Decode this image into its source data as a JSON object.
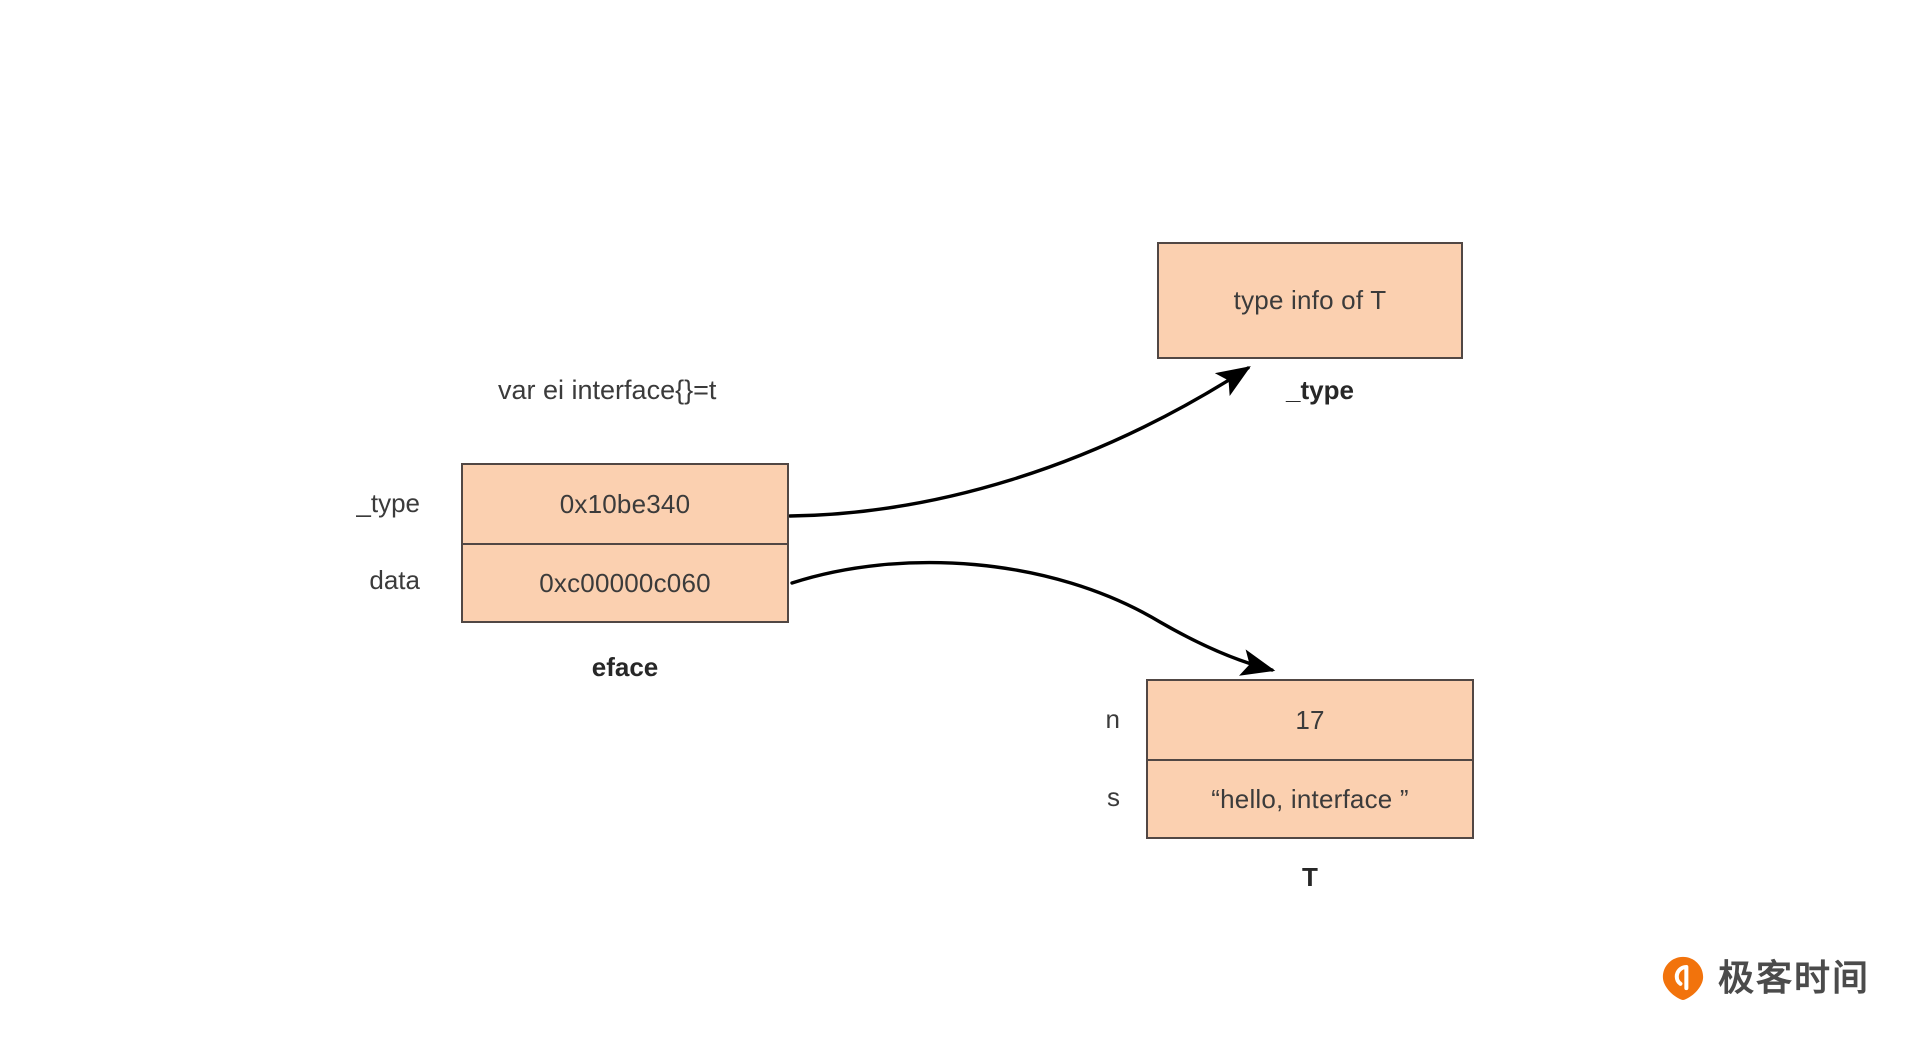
{
  "diagram": {
    "expression": "var ei interface{}=t",
    "eface": {
      "caption": "eface",
      "rows": [
        {
          "label": "_type",
          "value": "0x10be340"
        },
        {
          "label": "data",
          "value": "0xc00000c060"
        }
      ]
    },
    "type_info": {
      "caption": "_type",
      "value": "type info of T"
    },
    "t_struct": {
      "caption": "T",
      "rows": [
        {
          "label": "n",
          "value": "17"
        },
        {
          "label": "s",
          "value": "“hello, interface ”"
        }
      ]
    },
    "arrows": [
      {
        "name": "type-pointer-arrow",
        "from": "eface._type",
        "to": "type-info-of-T"
      },
      {
        "name": "data-pointer-arrow",
        "from": "eface.data",
        "to": "T-struct"
      }
    ]
  },
  "brand": {
    "name": "极客时间",
    "mark": "geektime-pin-icon",
    "accent": "#F2730C"
  },
  "colors": {
    "box_fill": "#FBD0B0",
    "box_border": "#514744",
    "text": "#3B3B3B",
    "arrow": "#000000",
    "background": "#FFFFFF"
  }
}
